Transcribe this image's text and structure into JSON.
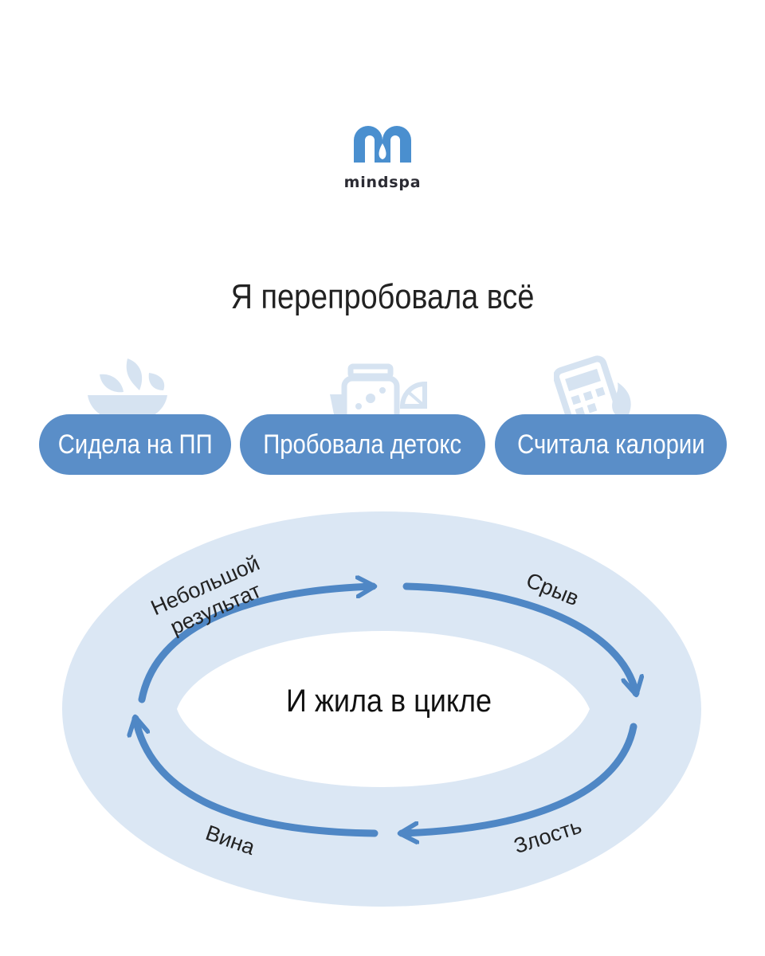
{
  "brand": {
    "name": "mindspa",
    "logo_icon": "mindspa-logo-icon",
    "color": "#4a8fcf"
  },
  "headline": "Я перепробовала всё",
  "methods": [
    {
      "label": "Сидела на ПП",
      "icon": "bowl-leaves-icon"
    },
    {
      "label": "Пробовала детокс",
      "icon": "detox-jar-icon"
    },
    {
      "label": "Считала калории",
      "icon": "calculator-icon"
    }
  ],
  "cycle": {
    "center_label": "И жила в цикле",
    "steps": [
      "Небольшой результат",
      "Срыв",
      "Злость",
      "Вина"
    ],
    "step_lines": {
      "result_line1": "Небольшой",
      "result_line2": "результат"
    }
  },
  "colors": {
    "pill": "#5a8ec8",
    "ring": "#dbe7f4",
    "arrow": "#4f87c5",
    "deco": "#d6e3f1"
  }
}
